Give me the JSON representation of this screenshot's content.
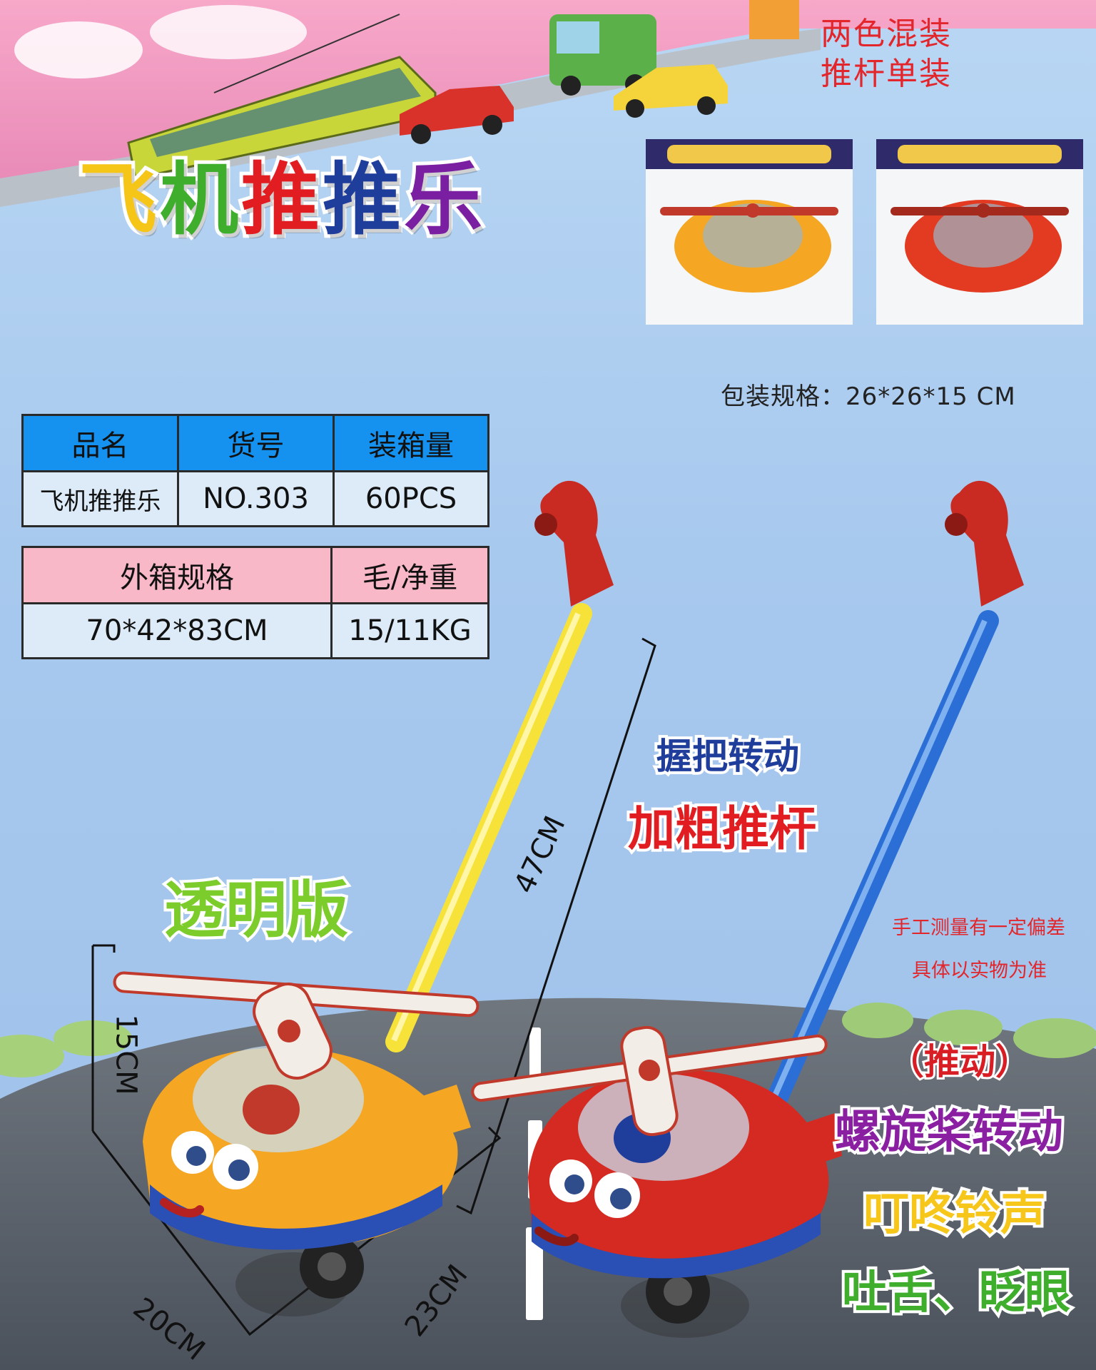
{
  "title": {
    "chars": [
      "飞",
      "机",
      "推",
      "推",
      "乐"
    ],
    "colors": [
      "#f5c518",
      "#3fae2d",
      "#e11d22",
      "#1f3d9a",
      "#7a1fa2"
    ]
  },
  "corner_note": {
    "line1": "两色混装",
    "line2": "推杆单装"
  },
  "packaging": {
    "text": "包装规格：26*26*15 CM"
  },
  "spec_table_1": {
    "headers": [
      "品名",
      "货号",
      "装箱量"
    ],
    "row": [
      "飞机推推乐",
      "NO.303",
      "60PCS"
    ]
  },
  "spec_table_2": {
    "headers": [
      "外箱规格",
      "毛/净重"
    ],
    "row": [
      "70*42*83CM",
      "15/11KG"
    ]
  },
  "features": {
    "grip": "握把转动",
    "pole": "加粗推杆",
    "clear": "透明版",
    "push": "（推动）",
    "propeller": "螺旋桨转动",
    "bell": "叮咚铃声",
    "tongue": "吐舌、眨眼"
  },
  "notes": {
    "line1": "手工测量有一定偏差",
    "line2": "具体以实物为准"
  },
  "dimensions": {
    "height": "47CM",
    "depth": "15CM",
    "width": "20CM",
    "length": "23CM"
  },
  "colors": {
    "sky": "#a8c9ee",
    "road": "#565d69",
    "yellow_toy": "#f5a623",
    "red_toy": "#d42a22",
    "table1_header": "#1592f0",
    "table2_header": "#f8b8c8"
  }
}
